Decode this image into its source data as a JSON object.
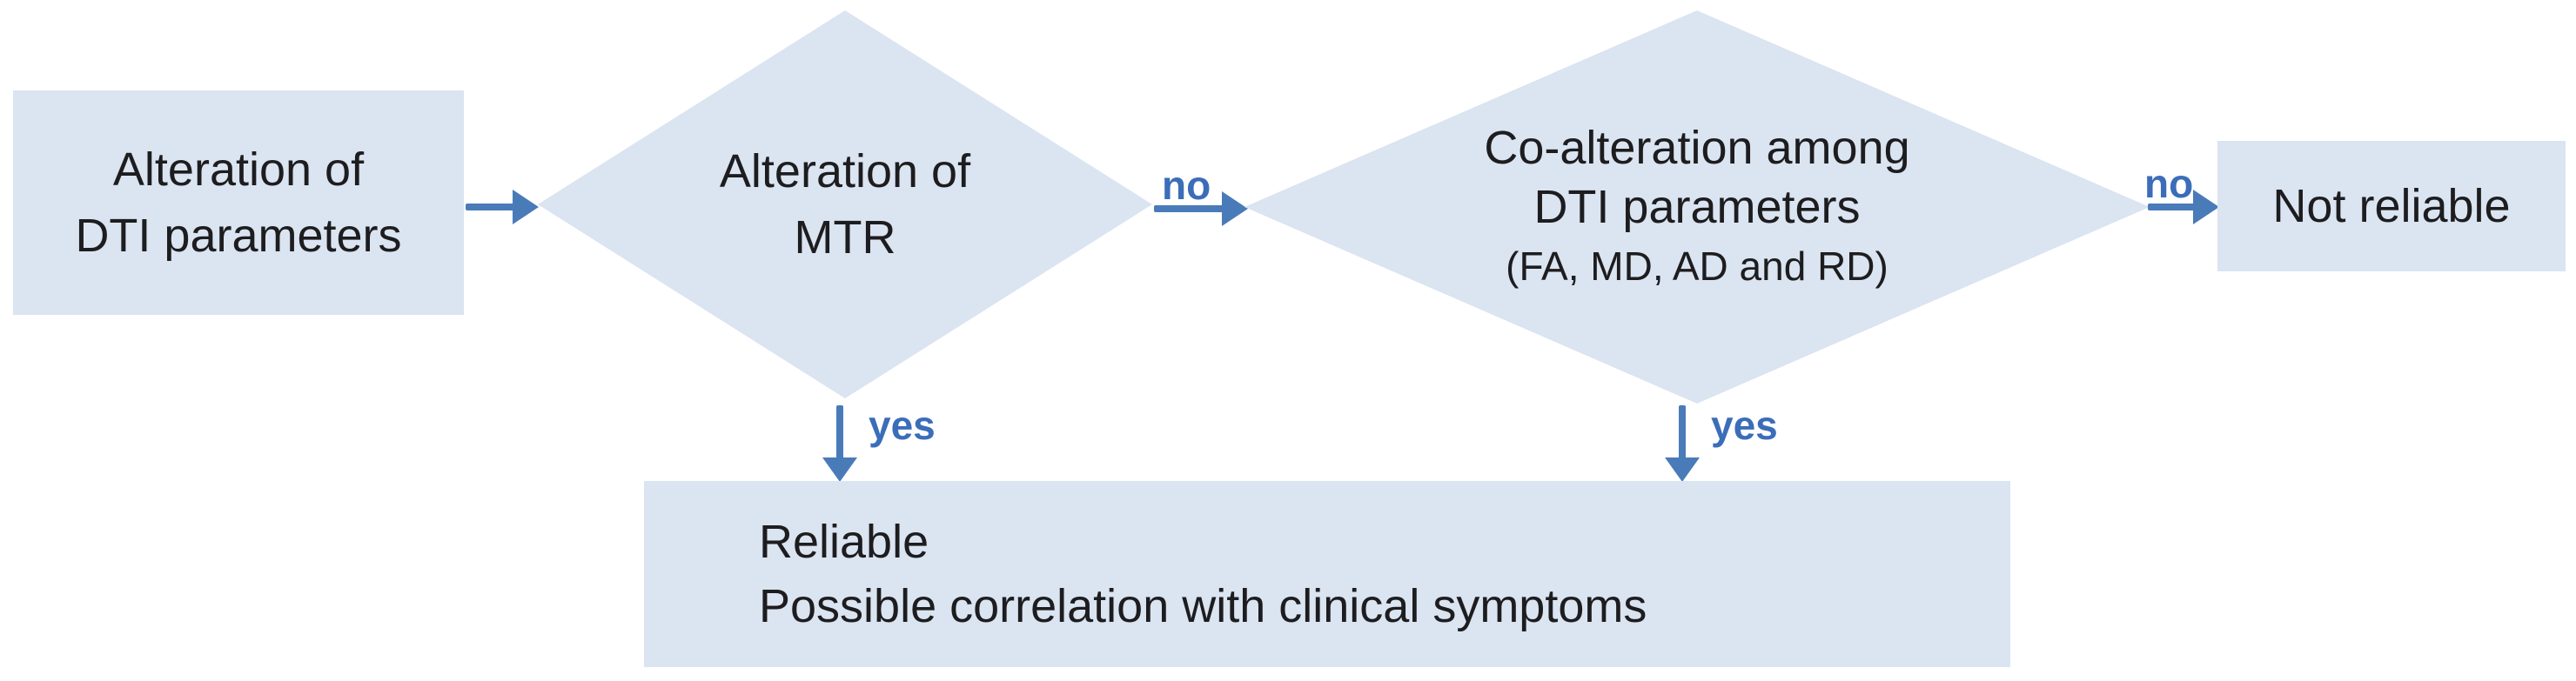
{
  "colors": {
    "background": "#ffffff",
    "node-fill": "#dbe4f1",
    "arrow": "#4a7bb9",
    "label": "#3b6db9",
    "text": "#1d1d1f"
  },
  "nodes": {
    "start": {
      "line1": "Alteration of",
      "line2": "DTI parameters"
    },
    "mtr": {
      "line1": "Alteration of",
      "line2": "MTR"
    },
    "coalt": {
      "line1": "Co-alteration among",
      "line2": "DTI parameters",
      "line3": "(FA, MD, AD and RD)"
    },
    "not_reliable": {
      "line1": "Not reliable"
    },
    "reliable": {
      "line1": "Reliable",
      "line2": "Possible correlation with clinical symptoms"
    }
  },
  "edges": {
    "mtr_no": {
      "label": "no"
    },
    "mtr_yes": {
      "label": "yes"
    },
    "coalt_no": {
      "label": "no"
    },
    "coalt_yes": {
      "label": "yes"
    }
  }
}
